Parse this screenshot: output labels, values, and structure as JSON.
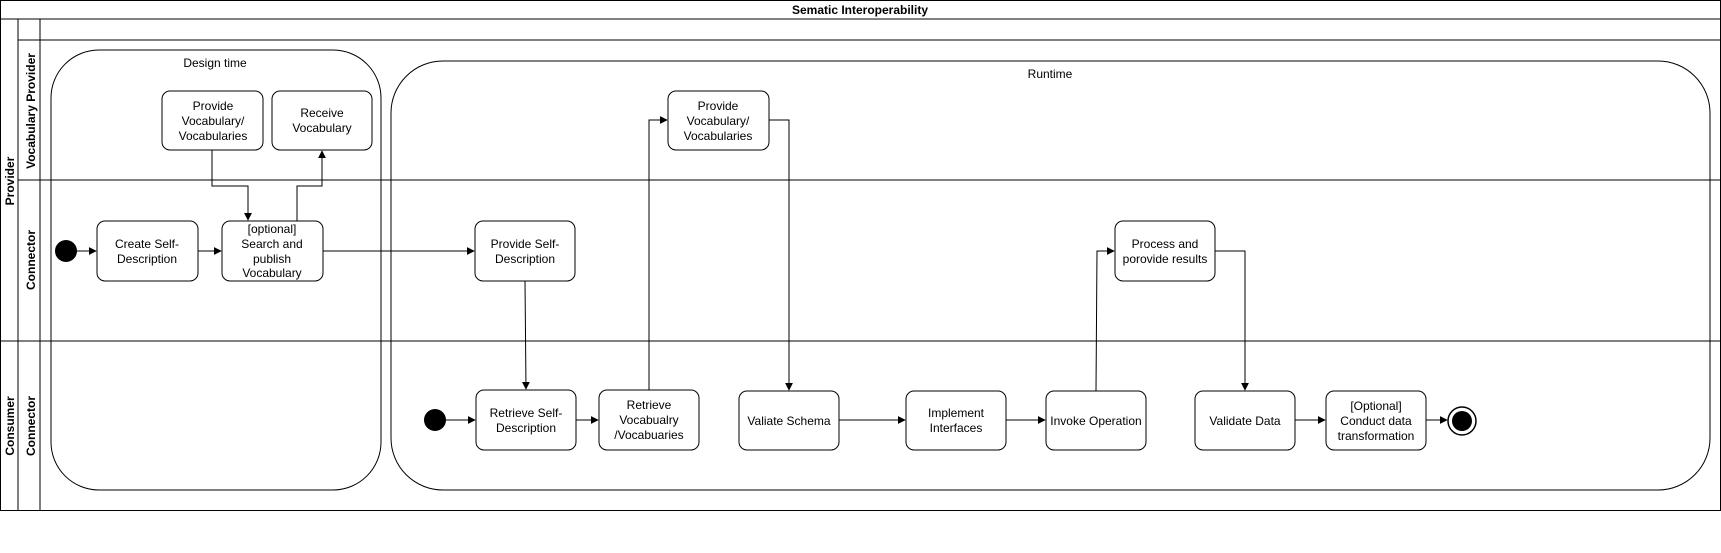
{
  "title": "Sematic Interoperability",
  "pools": {
    "provider": "Provider",
    "consumer": "Consumer"
  },
  "lanes": {
    "vocabulary_provider": "Vocabulary Provider",
    "provider_connector": "Connector",
    "consumer_connector": "Connector"
  },
  "phases": {
    "design_time": "Design time",
    "runtime": "Runtime"
  },
  "activities": {
    "provide_vocab_design": [
      "Provide",
      "Vocabulary/",
      "Vocabularies"
    ],
    "receive_vocab": [
      "Receive",
      "Vocabulary"
    ],
    "create_self_desc": [
      "Create Self-",
      "Description"
    ],
    "search_publish": [
      "[optional]",
      "Search and",
      "publish",
      "Vocabulary"
    ],
    "provide_self_desc": [
      "Provide Self-",
      "Description"
    ],
    "provide_vocab_runtime": [
      "Provide",
      "Vocabulary/",
      "Vocabularies"
    ],
    "process_results": [
      "Process and",
      "porovide results"
    ],
    "retrieve_self_desc": [
      "Retrieve Self-",
      "Description"
    ],
    "retrieve_vocab": [
      "Retrieve",
      "Vocabualry",
      "/Vocabuaries"
    ],
    "validate_schema": [
      "Valiate Schema"
    ],
    "implement_interfaces": [
      "Implement",
      "Interfaces"
    ],
    "invoke_operation": [
      "Invoke Operation"
    ],
    "validate_data": [
      "Validate Data"
    ],
    "conduct_transformation": [
      "[Optional]",
      "Conduct data",
      "transformation"
    ]
  }
}
